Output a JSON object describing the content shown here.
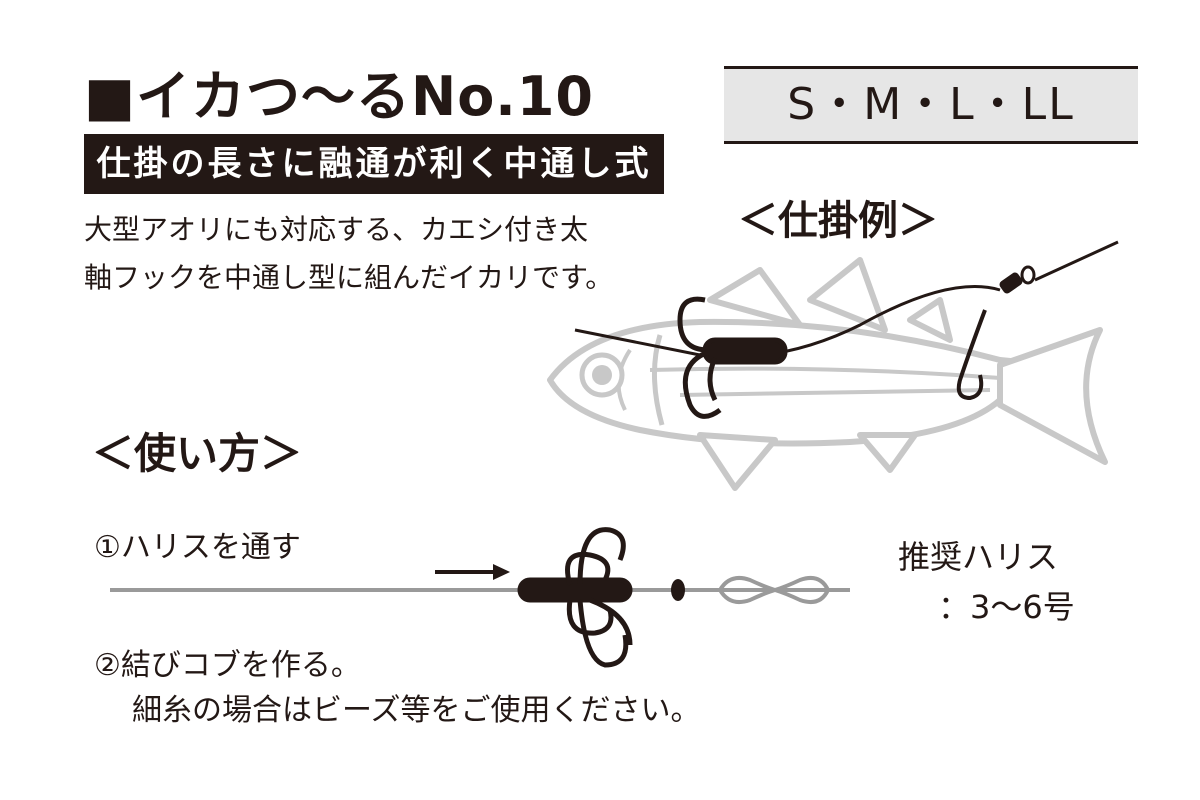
{
  "title": "■イカつ～るNo.10",
  "subtitle": "仕掛の長さに融通が利く中通し式",
  "description": {
    "line1": "大型アオリにも対応する、カエシ付き太",
    "line2": "軸フックを中通し型に組んだイカリです。"
  },
  "sizes": "S・M・L・LL",
  "rig_example_heading": "＜仕掛例＞",
  "usage_heading": "＜使い方＞",
  "steps": {
    "step1": "①ハリスを通す",
    "step2": "②結びコブを作る。",
    "step2_note": "細糸の場合はビーズ等をご使用ください。"
  },
  "recommended": {
    "label": "推奨ハリス",
    "value": "：3～6号"
  },
  "colors": {
    "ink": "#231815",
    "fish_gray": "#c8c8c8",
    "line_gray": "#9a9a9a",
    "size_box_bg": "#e6e6e6"
  },
  "icons": [
    "fish-illustration",
    "treble-hook-icon",
    "swivel-icon",
    "arrow-right-icon",
    "figure-eight-knot-icon"
  ]
}
